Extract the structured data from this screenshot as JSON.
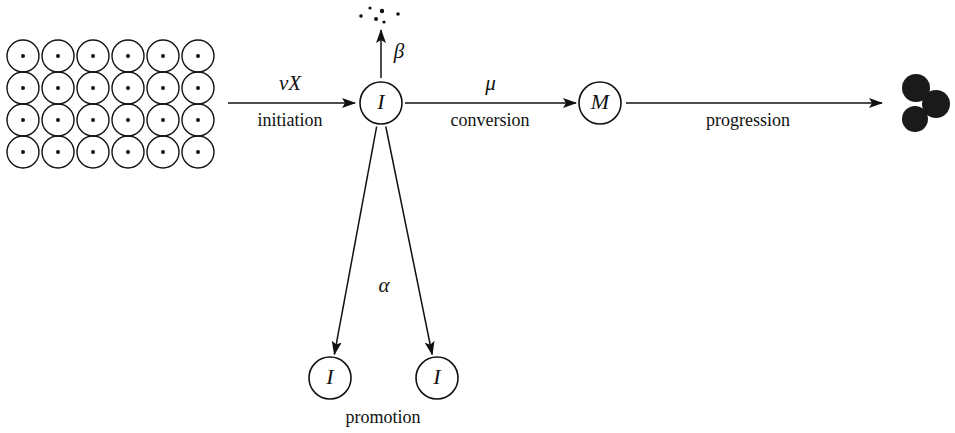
{
  "diagram": {
    "nodes": [
      {
        "text": [
          "I"
        ]
      },
      {
        "text": [
          "M"
        ]
      },
      {
        "text": [
          "I"
        ]
      },
      {
        "text": [
          "I"
        ]
      }
    ],
    "edges": [
      {
        "from": 0,
        "to": 1,
        "arrow": "to",
        "label": "μ"
      },
      {
        "from": 0,
        "to": 2,
        "arrow": "to"
      },
      {
        "from": 0,
        "to": 3,
        "arrow": "to"
      }
    ],
    "labels": [
      "νX",
      "initiation",
      "β",
      "α",
      "promotion",
      "conversion",
      "progression"
    ]
  }
}
